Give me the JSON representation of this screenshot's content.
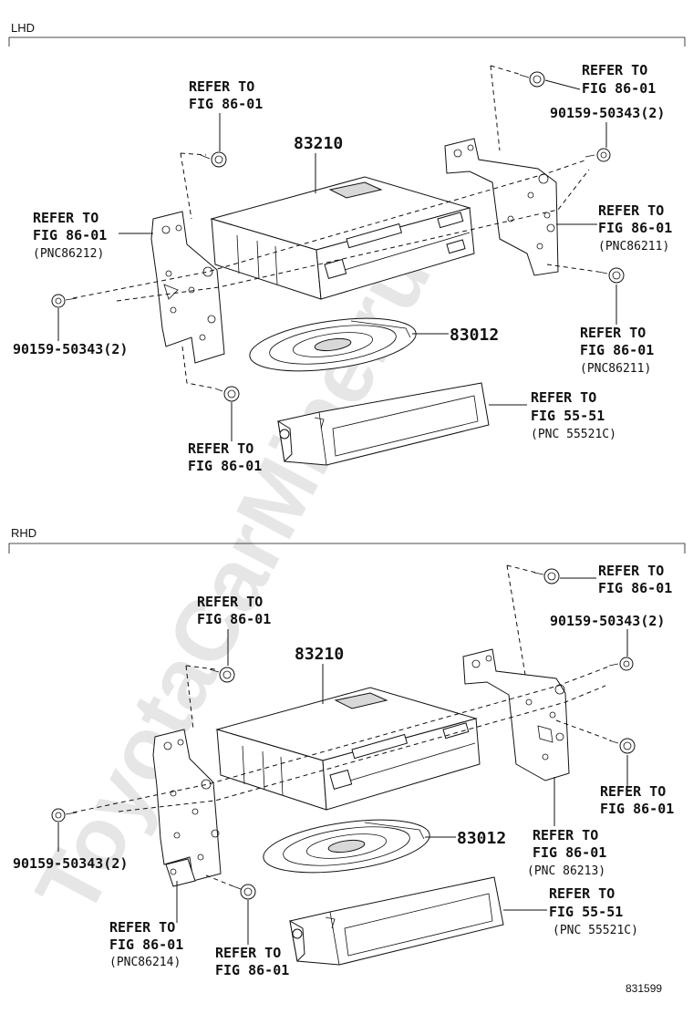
{
  "watermark": "ToyotaCarMine.ru",
  "illustration_number": "831599",
  "sections": [
    {
      "heading": "LHD",
      "part_numbers": {
        "receiver": "83210",
        "disc": "83012",
        "bolt_left": "90159-50343(2)",
        "bolt_right": "90159-50343(2)"
      },
      "refs": {
        "top_left": {
          "l1": "REFER TO",
          "l2": "FIG 86-01"
        },
        "top_right": {
          "l1": "REFER TO",
          "l2": "FIG 86-01"
        },
        "left_bracket": {
          "l1": "REFER TO",
          "l2": "FIG 86-01",
          "pnc": "(PNC86212)"
        },
        "right_bracket": {
          "l1": "REFER TO",
          "l2": "FIG 86-01",
          "pnc": "(PNC86211)"
        },
        "right_lower": {
          "l1": "REFER TO",
          "l2": "FIG 86-01",
          "pnc": "(PNC86211)"
        },
        "box": {
          "l1": "REFER TO",
          "l2": "FIG 55-51",
          "pnc": "(PNC 55521C)"
        },
        "bottom_screw": {
          "l1": "REFER TO",
          "l2": "FIG 86-01"
        }
      }
    },
    {
      "heading": "RHD",
      "part_numbers": {
        "receiver": "83210",
        "disc": "83012",
        "bolt_left": "90159-50343(2)",
        "bolt_right": "90159-50343(2)"
      },
      "refs": {
        "top_left": {
          "l1": "REFER TO",
          "l2": "FIG 86-01"
        },
        "top_right": {
          "l1": "REFER TO",
          "l2": "FIG 86-01"
        },
        "right_mid": {
          "l1": "REFER TO",
          "l2": "FIG 86-01"
        },
        "right_bracket": {
          "l1": "REFER TO",
          "l2": "FIG 86-01",
          "pnc": "(PNC 86213)"
        },
        "box": {
          "l1": "REFER TO",
          "l2": "FIG 55-51",
          "pnc": "(PNC 55521C)"
        },
        "left_lower": {
          "l1": "REFER TO",
          "l2": "FIG 86-01",
          "pnc": "(PNC86214)"
        },
        "bottom_screw": {
          "l1": "REFER TO",
          "l2": "FIG 86-01"
        }
      }
    }
  ]
}
